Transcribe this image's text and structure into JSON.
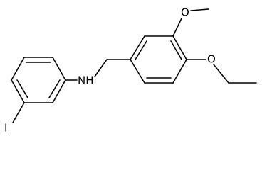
{
  "structure": {
    "atom_labels": {
      "amine_nh": "NH",
      "iodine": "I",
      "methoxy_o": "O",
      "ethoxy_o": "O"
    }
  },
  "colors": {
    "bond": "#000000",
    "text": "#000000",
    "background": "#ffffff"
  }
}
